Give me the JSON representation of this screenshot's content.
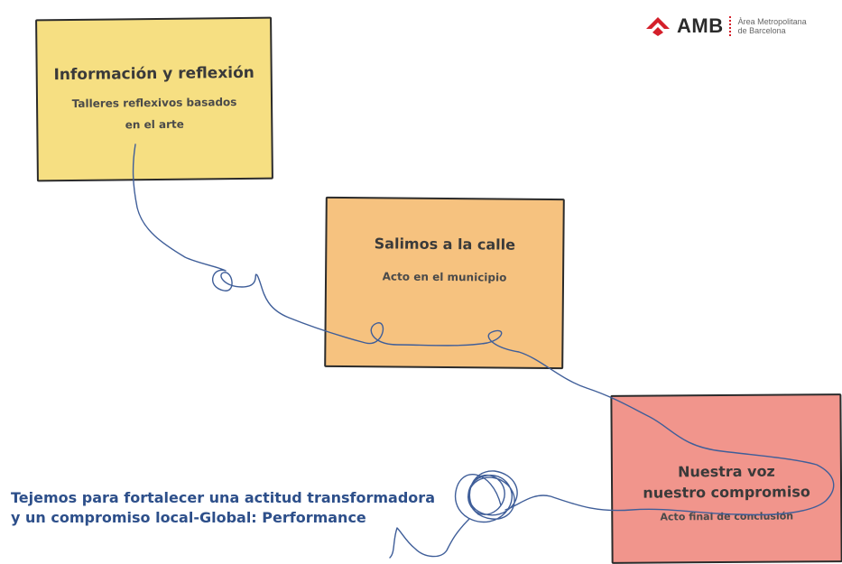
{
  "logo": {
    "brand": "AMB",
    "line1": "Àrea Metropolitana",
    "line2": "de Barcelona",
    "accent_color": "#d41f2a"
  },
  "steps": [
    {
      "title": "Información y reflexión",
      "subtitle_line1": "Talleres reflexivos basados",
      "subtitle_line2": "en el arte",
      "color": "#f6df82"
    },
    {
      "title": "Salimos a la calle",
      "subtitle_line1": "Acto en el municipio",
      "color": "#f6c27f"
    },
    {
      "title_line1": "Nuestra voz",
      "title_line2": "nuestro compromiso",
      "subtitle_line1": "Acto final de conclusión",
      "color": "#f1958c"
    }
  ],
  "caption": {
    "line1": "Tejemos para fortalecer una actitud transformadora",
    "line2": "y un compromiso local-Global: Performance",
    "color": "#2d4f8a"
  },
  "thread": {
    "color": "#3f5e99"
  }
}
